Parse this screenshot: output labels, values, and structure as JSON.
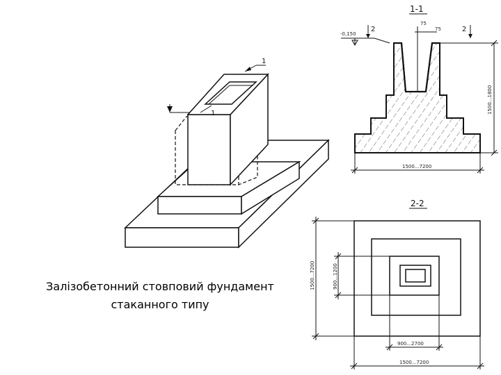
{
  "caption": {
    "line1": "Залізобетонний стовповий фундамент",
    "line2": "стаканного типу"
  },
  "isometric": {
    "cut_label_1": "1",
    "cut_label_1b": "1"
  },
  "section_1_1": {
    "title": "1-1",
    "level_left": "-0,150",
    "marker_left": "2",
    "marker_right": "2",
    "dim_top_left": "75",
    "dim_top_right": "75",
    "dim_height": "1500...1800",
    "dim_width": "1500...7200"
  },
  "section_2_2": {
    "title": "2-2",
    "dim_outer_height": "1500...7200",
    "dim_inner_height": "900...1200",
    "dim_inner_width": "900...2700",
    "dim_outer_width": "1500...7200"
  }
}
